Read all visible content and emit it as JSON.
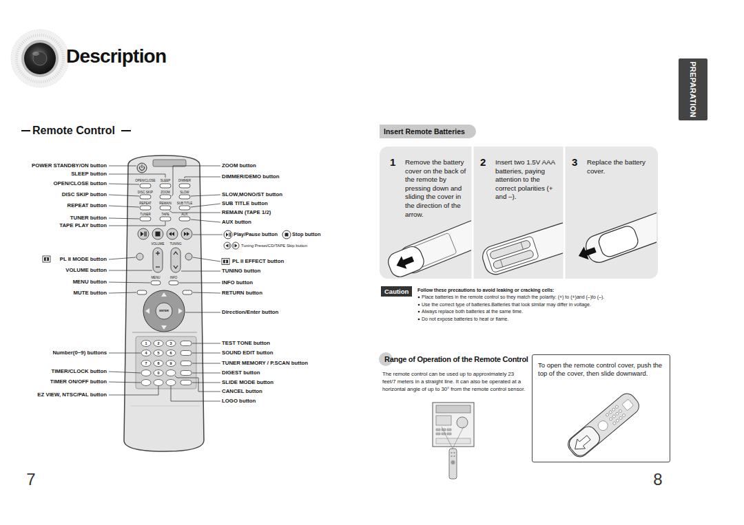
{
  "diagram": {
    "title": "Description",
    "nodes": [
      {
        "text": [
          "Insert Remote Batteries"
        ]
      },
      {
        "text": [
          "1",
          "Remove the battery cover on the back of the remote by pressing down and sliding the cover in the direction of the arrow."
        ]
      },
      {
        "text": [
          "2",
          "Insert two 1.5V AAA batteries, paying attention to the correct polarities (+ and –)."
        ]
      },
      {
        "text": [
          "3",
          "Replace the battery cover."
        ]
      },
      {
        "text": [
          "Caution"
        ]
      },
      {
        "text": [
          "To open the remote control cover, push the top of the cover, then slide downward."
        ]
      },
      {
        "text": [
          "PREPARATION"
        ]
      }
    ],
    "labels": [
      "Remote Control",
      "POWER STANDBY/ON button",
      "SLEEP button",
      "OPEN/CLOSE button",
      "DISC SKIP button",
      "REPEAT button",
      "TUNER button",
      "TAPE PLAY button",
      "PL II MODE button",
      "VOLUME button",
      "MENU button",
      "MUTE button",
      "Number(0~9) buttons",
      "TIMER/CLOCK button",
      "TIMER ON/OFF button",
      "EZ VIEW, NTSC/PAL button",
      "ZOOM button",
      "DIMMER/DEMO button",
      "SLOW,MONO/ST button",
      "SUB TITLE button",
      "REMAIN (TAPE 1/2)",
      "AUX button",
      "Play/Pause button",
      "Stop button",
      "Tuning Preset/CD/TAPE Skip button",
      "PL II EFFECT button",
      "TUNING button",
      "INFO button",
      "RETURN button",
      "Direction/Enter button",
      "TEST TONE button",
      "SOUND EDIT button",
      "TUNER MEMORY / P.SCAN button",
      "DIGEST button",
      "SLIDE MODE button",
      "CANCEL button",
      "LOGO button",
      "Follow these precautions to avoid leaking or cracking cells:",
      "Place batteries in the remote control so they match the polarity: (+) to (+)and (–)to (–).",
      "Use the correct type of batteries.Batteries that look similar may differ in voltage.",
      "Always replace both batteries at the same time.",
      "Do not expose batteries to heat or flame.",
      "Range of Operation of the Remote Control",
      "The remote control can be used up to approximately 23 feet/7 meters in a straight line. It can also be operated at a horizontal angle of up to 30° from the remote control sensor.",
      "7",
      "8",
      "OPEN/CLOSE",
      "SLEEP",
      "DIMMER",
      "DISC SKIP",
      "ZOOM",
      "SLOW",
      "REPEAT",
      "REMAIN",
      "SUB TITLE",
      "TUNER",
      "TAPE",
      "AUX",
      "VOLUME",
      "TUNING",
      "MENU",
      "INFO",
      "1",
      "2",
      "3",
      "4",
      "5",
      "6",
      "7",
      "8",
      "9",
      "0",
      "ENTER"
    ]
  }
}
